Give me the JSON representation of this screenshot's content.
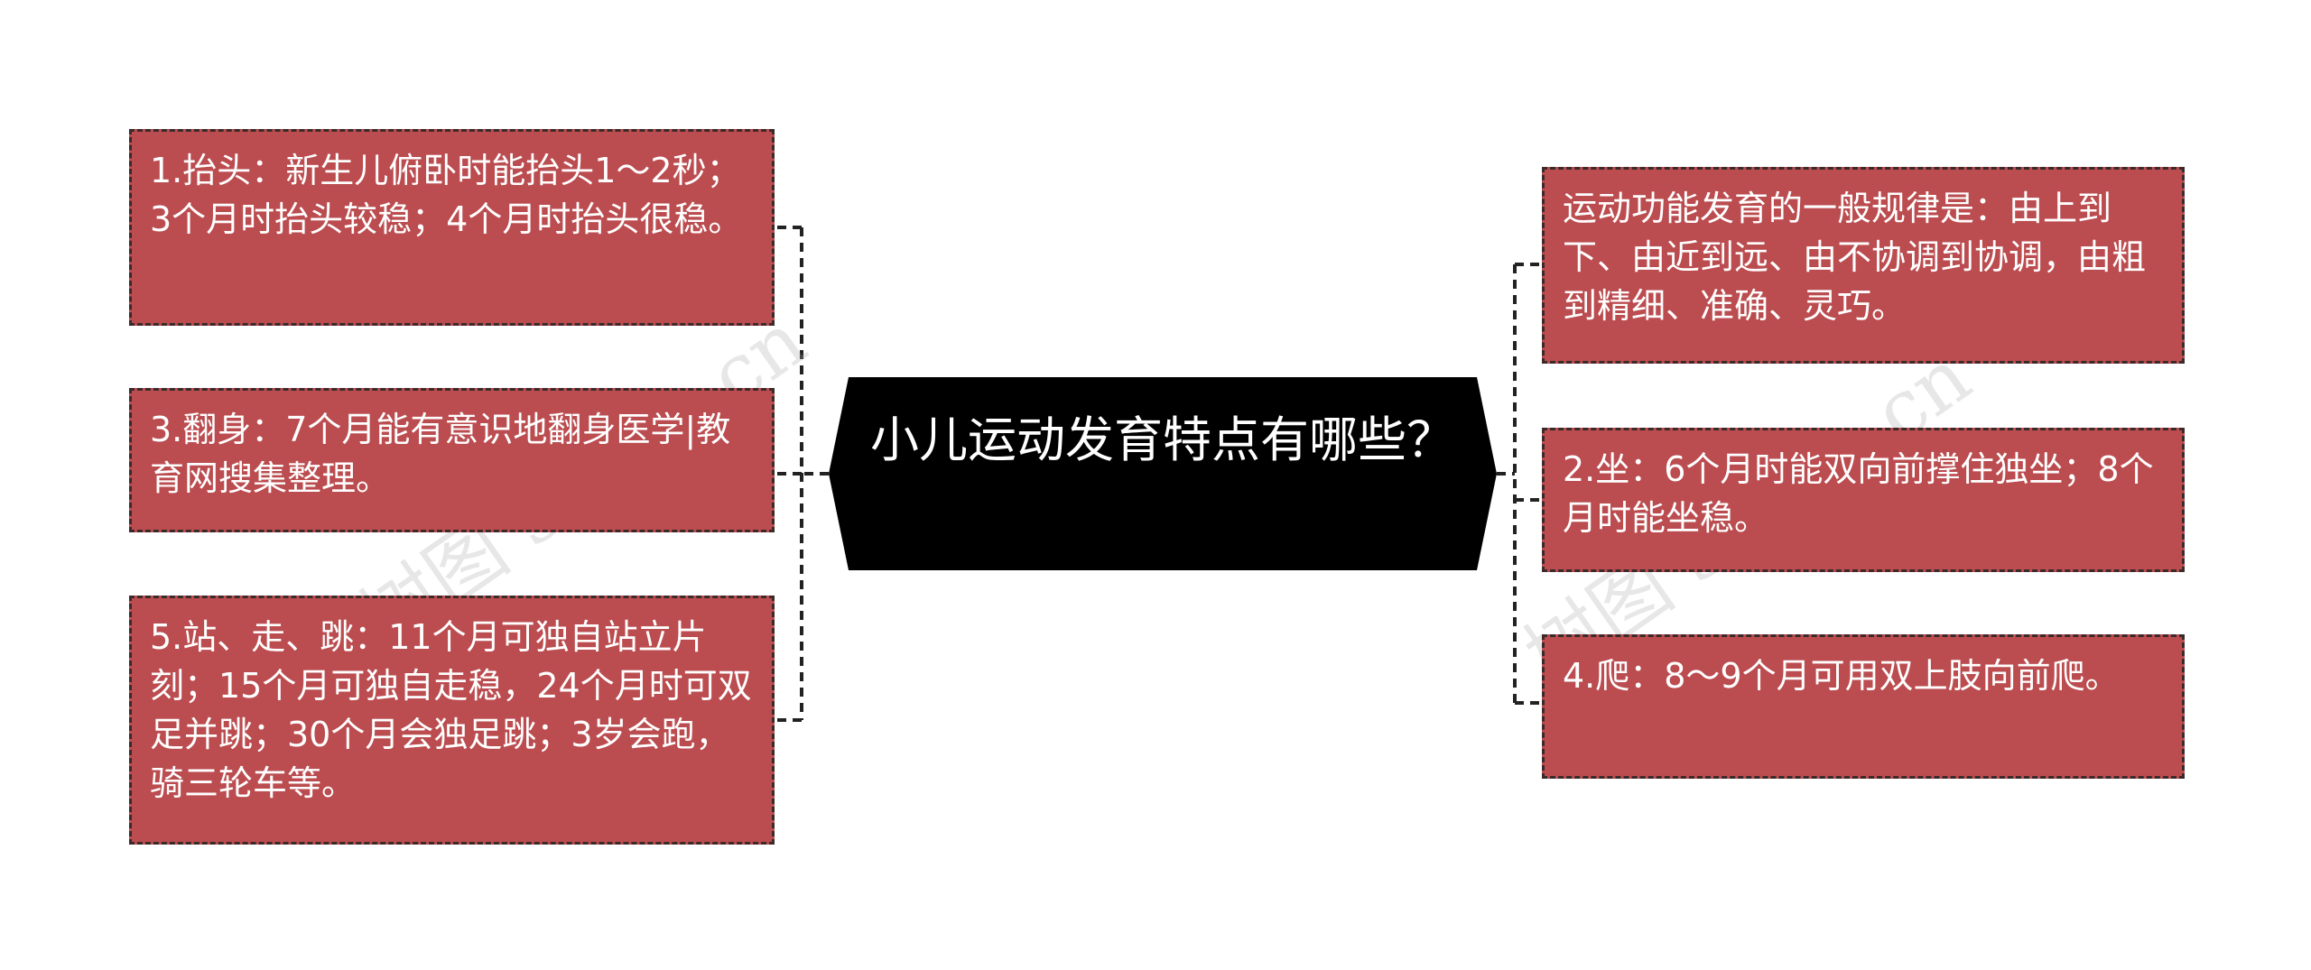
{
  "center": {
    "title": "小儿运动发育特点有哪些？"
  },
  "left_nodes": [
    {
      "text": "1.抬头：新生儿俯卧时能抬头1～2秒；3个月时抬头较稳；4个月时抬头很稳。"
    },
    {
      "text": "3.翻身：7个月能有意识地翻身医学|教育网搜集整理。"
    },
    {
      "text": "5.站、走、跳：11个月可独自站立片刻；15个月可独自走稳，24个月时可双足并跳；30个月会独足跳；3岁会跑，骑三轮车等。"
    }
  ],
  "right_nodes": [
    {
      "text": "运动功能发育的一般规律是：由上到下、由近到远、由不协调到协调，由粗到精细、准确、灵巧。"
    },
    {
      "text": "2.坐：6个月时能双向前撑住独坐；8个月时能坐稳。"
    },
    {
      "text": "4.爬：8～9个月可用双上肢向前爬。"
    }
  ],
  "watermarks": [
    "树图 shutu.cn",
    "树图 shutu.cn"
  ],
  "colors": {
    "node_fill": "#bb4c4f",
    "center_fill": "#000000",
    "connector": "#222222"
  }
}
